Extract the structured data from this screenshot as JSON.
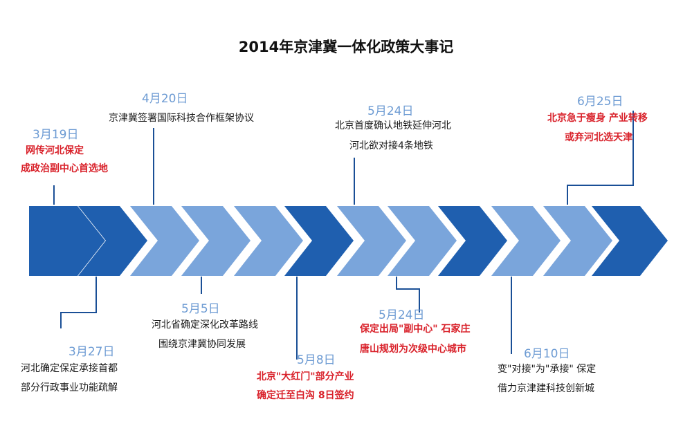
{
  "title": "2014年京津冀一体化政策大事记",
  "colors": {
    "dark_arrow": "#1f5faf",
    "light_arrow": "#7aa5db",
    "date_text": "#6d9bd3",
    "red_text": "#d9212a",
    "black_text": "#1a1a1a",
    "leader": "#1a4f96"
  },
  "chevrons": [
    "dark",
    "dark",
    "light",
    "light",
    "light",
    "dark",
    "light",
    "light",
    "dark",
    "light",
    "light",
    "dark"
  ],
  "events": [
    {
      "id": "e1",
      "date": "3月19日",
      "lines": [
        "网传河北保定",
        "成政治副中心首选地"
      ],
      "color": "red"
    },
    {
      "id": "e2",
      "date": "3月27日",
      "lines": [
        "河北确定保定承接首都",
        "部分行政事业功能疏解"
      ],
      "color": "black"
    },
    {
      "id": "e3",
      "date": "4月20日",
      "lines": [
        "京津冀签署国际科技合作框架协议"
      ],
      "color": "black"
    },
    {
      "id": "e4",
      "date": "5月5日",
      "lines": [
        "河北省确定深化改革路线",
        "围绕京津冀协同发展"
      ],
      "color": "black"
    },
    {
      "id": "e5",
      "date": "5月8日",
      "lines": [
        "北京\"大红门\"部分产业",
        "确定迁至白沟  8日签约"
      ],
      "color": "red"
    },
    {
      "id": "e6",
      "date": "5月24日",
      "lines": [
        "北京首度确认地铁延伸河北",
        "河北欲对接4条地铁"
      ],
      "color": "black"
    },
    {
      "id": "e7",
      "date": "5月24日",
      "lines": [
        "保定出局\"副中心\"  石家庄",
        "唐山规划为次级中心城市"
      ],
      "color": "red"
    },
    {
      "id": "e8",
      "date": "6月10日",
      "lines": [
        "变\"对接\"为\"承接\"  保定",
        "借力京津建科技创新城"
      ],
      "color": "black"
    },
    {
      "id": "e9",
      "date": "6月25日",
      "lines": [
        "北京急于瘦身  产业转移",
        "或弃河北选天津"
      ],
      "color": "red"
    }
  ]
}
